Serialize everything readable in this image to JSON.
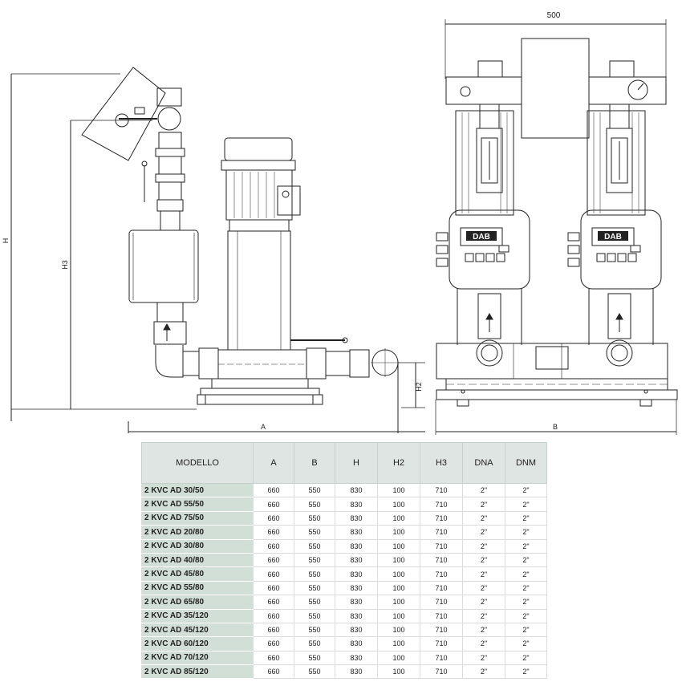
{
  "dimensions": {
    "width_top": "500",
    "label_A": "A",
    "label_B": "B",
    "label_H": "H",
    "label_H2": "H2",
    "label_H3": "H3"
  },
  "logos": [
    "DAB",
    "DAB"
  ],
  "table": {
    "headers": [
      "MODELLO",
      "A",
      "B",
      "H",
      "H2",
      "H3",
      "DNA",
      "DNM"
    ],
    "rows": [
      [
        "2 KVC AD 30/50",
        "660",
        "550",
        "830",
        "100",
        "710",
        "2\"",
        "2\""
      ],
      [
        "2 KVC AD 55/50",
        "660",
        "550",
        "830",
        "100",
        "710",
        "2\"",
        "2\""
      ],
      [
        "2 KVC AD 75/50",
        "660",
        "550",
        "830",
        "100",
        "710",
        "2\"",
        "2\""
      ],
      [
        "2 KVC AD 20/80",
        "660",
        "550",
        "830",
        "100",
        "710",
        "2\"",
        "2\""
      ],
      [
        "2 KVC AD 30/80",
        "660",
        "550",
        "830",
        "100",
        "710",
        "2\"",
        "2\""
      ],
      [
        "2 KVC AD 40/80",
        "660",
        "550",
        "830",
        "100",
        "710",
        "2\"",
        "2\""
      ],
      [
        "2 KVC AD 45/80",
        "660",
        "550",
        "830",
        "100",
        "710",
        "2\"",
        "2\""
      ],
      [
        "2 KVC AD 55/80",
        "660",
        "550",
        "830",
        "100",
        "710",
        "2\"",
        "2\""
      ],
      [
        "2 KVC AD 65/80",
        "660",
        "550",
        "830",
        "100",
        "710",
        "2\"",
        "2\""
      ],
      [
        "2 KVC AD 35/120",
        "660",
        "550",
        "830",
        "100",
        "710",
        "2\"",
        "2\""
      ],
      [
        "2 KVC AD 45/120",
        "660",
        "550",
        "830",
        "100",
        "710",
        "2\"",
        "2\""
      ],
      [
        "2 KVC AD 60/120",
        "660",
        "550",
        "830",
        "100",
        "710",
        "2\"",
        "2\""
      ],
      [
        "2 KVC AD 70/120",
        "660",
        "550",
        "830",
        "100",
        "710",
        "2\"",
        "2\""
      ],
      [
        "2 KVC AD 85/120",
        "660",
        "550",
        "830",
        "100",
        "710",
        "2\"",
        "2\""
      ]
    ]
  }
}
